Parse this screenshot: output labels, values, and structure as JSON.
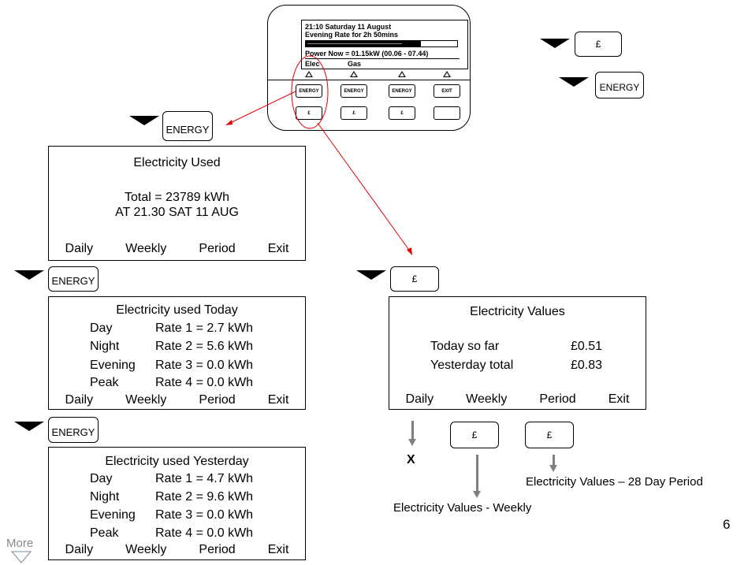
{
  "device": {
    "line1": "21:10    Saturday 11 August",
    "line2": "Evening Rate for 2h 50mins",
    "line3": "Power Now = 01.15kW (00.06 - 07.44)",
    "label_elec": "Elec",
    "label_gas": "Gas",
    "buttons_row1": [
      "ENERGY",
      "ENERGY",
      "ENERGY",
      "EXIT"
    ],
    "buttons_row2": [
      "£",
      "£",
      "£",
      ""
    ]
  },
  "legend": {
    "pound": "£",
    "energy": "ENERGY"
  },
  "left_energy_label": "ENERGY",
  "electricity_used": {
    "title": "Electricity Used",
    "total": "Total = 23789 kWh",
    "at": "AT 21.30 SAT   11 AUG",
    "menu": [
      "Daily",
      "Weekly",
      "Period",
      "Exit"
    ]
  },
  "energy_label_2": "ENERGY",
  "used_today": {
    "title": "Electricity used Today",
    "rows": [
      {
        "name": "Day",
        "rate": "Rate 1 = 2.7 kWh"
      },
      {
        "name": "Night",
        "rate": "Rate 2 = 5.6 kWh"
      },
      {
        "name": "Evening",
        "rate": "Rate 3 = 0.0 kWh"
      },
      {
        "name": "Peak",
        "rate": "Rate 4 = 0.0 kWh"
      }
    ],
    "menu": [
      "Daily",
      "Weekly",
      "Period",
      "Exit"
    ]
  },
  "energy_label_3": "ENERGY",
  "used_yesterday": {
    "title": "Electricity used Yesterday",
    "rows": [
      {
        "name": "Day",
        "rate": "Rate 1 = 4.7 kWh"
      },
      {
        "name": "Night",
        "rate": "Rate 2 = 9.6 kWh"
      },
      {
        "name": "Evening",
        "rate": "Rate 3 = 0.0 kWh"
      },
      {
        "name": "Peak",
        "rate": "Rate 4 = 0.0 kWh"
      }
    ],
    "menu": [
      "Daily",
      "Weekly",
      "Period",
      "Exit"
    ]
  },
  "more_label": "More",
  "pound_label": "£",
  "electricity_values": {
    "title": "Electricity Values",
    "today_label": "Today so far",
    "today_value": "£0.51",
    "yesterday_label": "Yesterday total",
    "yesterday_value": "£0.83",
    "menu": [
      "Daily",
      "Weekly",
      "Period",
      "Exit"
    ]
  },
  "below_values": {
    "x_mark": "X",
    "weekly_btn": "£",
    "period_btn": "£",
    "weekly_caption": "Electricity Values - Weekly",
    "period_caption": "Electricity Values – 28 Day Period"
  },
  "page_number": "6",
  "colors": {
    "connector_red": "#e00000",
    "arrow_grey": "#808080"
  }
}
